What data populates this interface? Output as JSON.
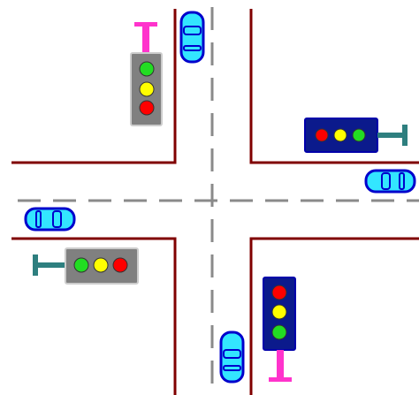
{
  "scene": {
    "road_edge_color": "#800000",
    "lane_marking_color": "#8a8a8a",
    "background_color": "#ffffff"
  },
  "traffic_lights": [
    {
      "id": "traffic-light-top-left",
      "orientation": "vertical",
      "housing_color": "#808080",
      "pole_color": "#ff33cc",
      "lamps": [
        "green",
        "yellow",
        "red"
      ]
    },
    {
      "id": "traffic-light-top-right",
      "orientation": "horizontal",
      "housing_color": "#0b1a8c",
      "pole_color": "#2e7f7f",
      "lamps": [
        "red",
        "yellow",
        "green"
      ]
    },
    {
      "id": "traffic-light-bottom-left",
      "orientation": "horizontal",
      "housing_color": "#808080",
      "pole_color": "#2e7f7f",
      "lamps": [
        "green",
        "yellow",
        "red"
      ]
    },
    {
      "id": "traffic-light-bottom-right",
      "orientation": "vertical",
      "housing_color": "#0b1a8c",
      "pole_color": "#ff33cc",
      "lamps": [
        "red",
        "yellow",
        "green"
      ]
    }
  ],
  "lamp_colors": {
    "red": "#ff0000",
    "yellow": "#ffff00",
    "green": "#22dd22"
  },
  "cars": [
    {
      "id": "car-north",
      "direction": "down",
      "body_color": "#33e6ff",
      "outline_color": "#0000cc"
    },
    {
      "id": "car-east",
      "direction": "left",
      "body_color": "#33e6ff",
      "outline_color": "#0000cc"
    },
    {
      "id": "car-west",
      "direction": "right",
      "body_color": "#33e6ff",
      "outline_color": "#0000cc"
    },
    {
      "id": "car-south",
      "direction": "up",
      "body_color": "#33e6ff",
      "outline_color": "#0000cc"
    }
  ]
}
